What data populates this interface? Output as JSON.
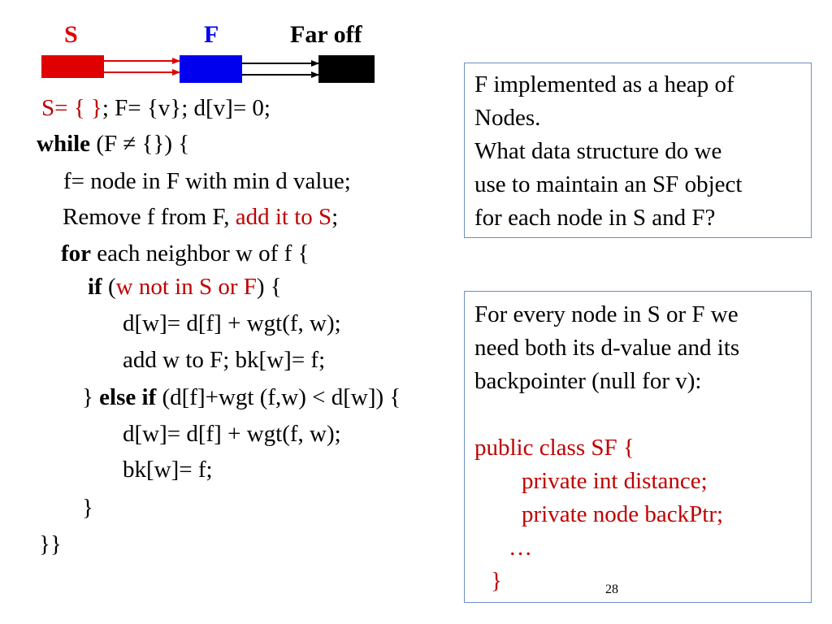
{
  "header": {
    "s_label": "S",
    "f_label": "F",
    "faroff_label": "Far off",
    "colors": {
      "s": "#e00000",
      "f": "#0000ee",
      "faroff": "#000000",
      "s_box": "#e00000",
      "f_box": "#0000ee",
      "faroff_box": "#000000"
    }
  },
  "code": {
    "init_s": "S=",
    "init_s_braces": "{ }",
    "init_rest": "; F= {v}; d[v]= 0;",
    "while_kw": "while",
    "while_rest": " (F ≠ {}) {",
    "line_f": "f= node in F with min d value;",
    "remove_pre": "Remove f from F, ",
    "remove_red": "add it to S",
    "remove_post": ";",
    "for_kw": "for",
    "for_rest": " each neighbor w of f {",
    "if_kw": "if",
    "if_open": " (",
    "if_cond": "w not in S or F",
    "if_close": ") {",
    "dw1": "d[w]= d[f] + wgt(f, w);",
    "addw": "add w to F; bk[w]= f;",
    "else_brace": "} ",
    "else_kw": "else if",
    "else_cond": " (d[f]+wgt (f,w) < d[w]) {",
    "dw2": "d[w]= d[f] + wgt(f, w);",
    "bkw": "bk[w]= f;",
    "close_inner": "}",
    "close_outer": "}}"
  },
  "box1": {
    "lines": [
      "F implemented as a heap of",
      "Nodes.",
      "What data structure do we",
      "use to maintain an SF object",
      "for each node in S and F?"
    ]
  },
  "box2": {
    "lines": [
      "For every node in S or F we",
      "need both its d-value and its",
      "backpointer (null for v):"
    ],
    "class_decl": "public class SF {",
    "field1": "private int distance;",
    "field2": "private node backPtr;",
    "ellipsis": "…",
    "close": "}"
  },
  "slide_number": "28"
}
